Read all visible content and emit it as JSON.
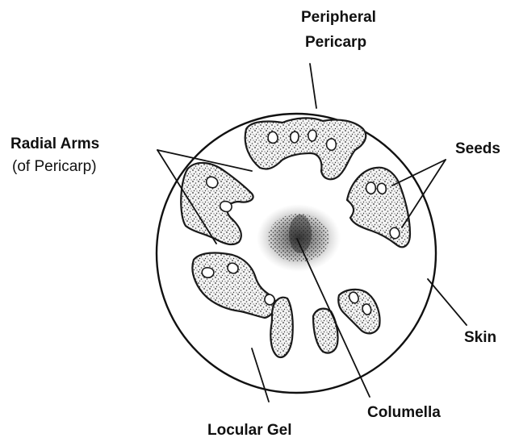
{
  "labels": {
    "peripheral_pericarp_line1": "Peripheral",
    "peripheral_pericarp_line2": "Pericarp",
    "seeds": "Seeds",
    "radial_arms": "Radial Arms",
    "radial_arms_sub": "(of Pericarp)",
    "skin": "Skin",
    "columella": "Columella",
    "locular_gel": "Locular Gel"
  },
  "colors": {
    "ink": "#111111",
    "background": "#ffffff"
  }
}
